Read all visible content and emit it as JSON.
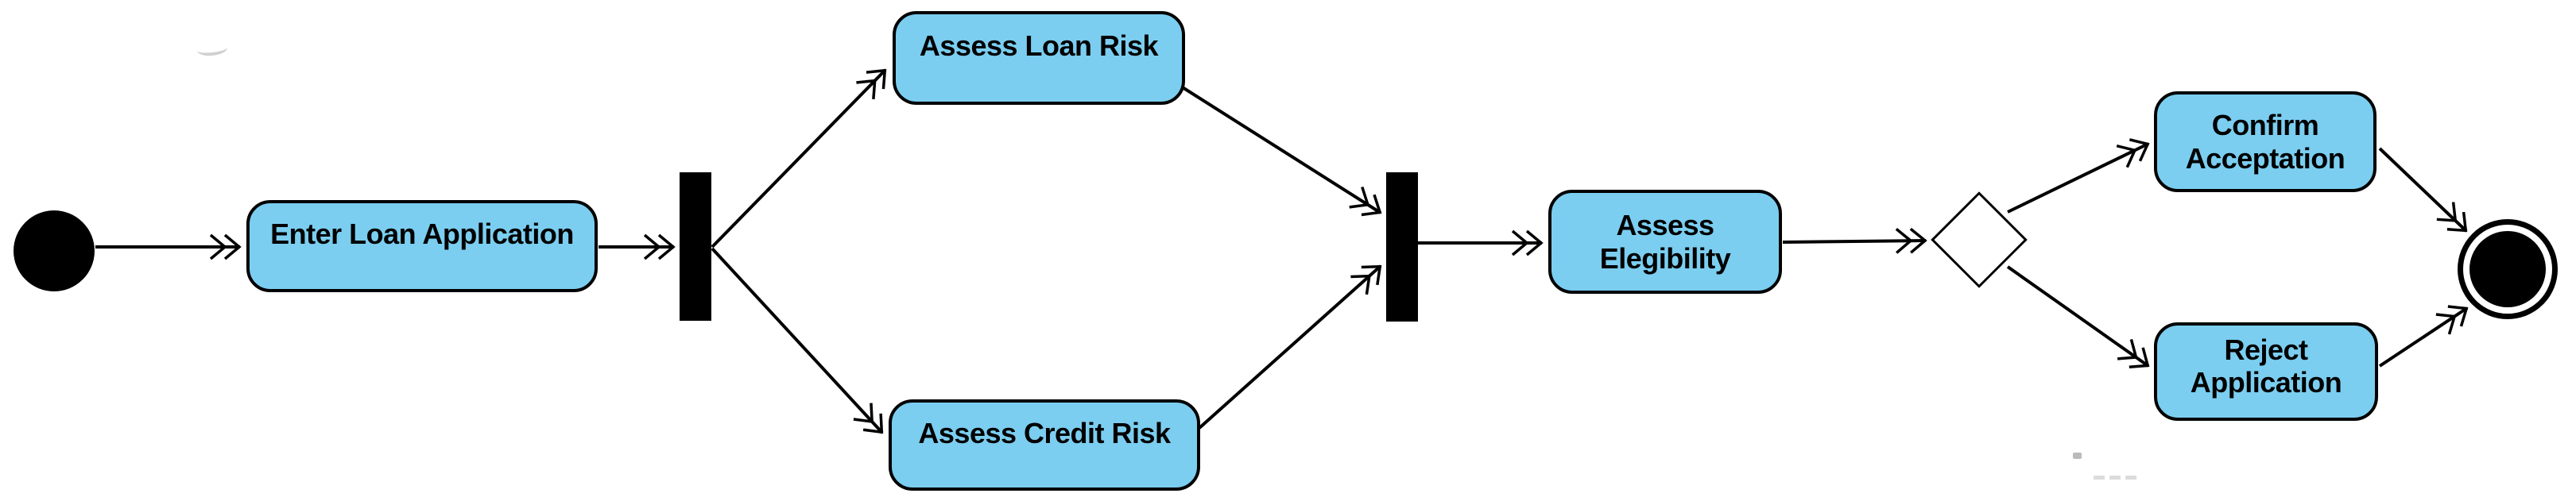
{
  "colors": {
    "activity_fill": "#7BCEF0",
    "stroke": "#000000",
    "canvas_bg": "#FFFFFF"
  },
  "nodes": {
    "start": {
      "type": "initial"
    },
    "enter_loan_application": {
      "type": "action",
      "label": "Enter Loan Application"
    },
    "fork": {
      "type": "fork"
    },
    "assess_loan_risk": {
      "type": "action",
      "label": "Assess Loan Risk"
    },
    "assess_credit_risk": {
      "type": "action",
      "label": "Assess Credit Risk"
    },
    "join": {
      "type": "join"
    },
    "assess_elegibility": {
      "type": "action",
      "label": "Assess\nElegibility"
    },
    "decision": {
      "type": "decision"
    },
    "confirm_acceptation": {
      "type": "action",
      "label": "Confirm\nAcceptation"
    },
    "reject_application": {
      "type": "action",
      "label": "Reject\nApplication"
    },
    "end": {
      "type": "activity-final"
    }
  },
  "edges": [
    {
      "from": "start",
      "to": "enter_loan_application"
    },
    {
      "from": "enter_loan_application",
      "to": "fork"
    },
    {
      "from": "fork",
      "to": "assess_loan_risk"
    },
    {
      "from": "fork",
      "to": "assess_credit_risk"
    },
    {
      "from": "assess_loan_risk",
      "to": "join"
    },
    {
      "from": "assess_credit_risk",
      "to": "join"
    },
    {
      "from": "join",
      "to": "assess_elegibility"
    },
    {
      "from": "assess_elegibility",
      "to": "decision"
    },
    {
      "from": "decision",
      "to": "confirm_acceptation"
    },
    {
      "from": "decision",
      "to": "reject_application"
    },
    {
      "from": "confirm_acceptation",
      "to": "end"
    },
    {
      "from": "reject_application",
      "to": "end"
    }
  ]
}
